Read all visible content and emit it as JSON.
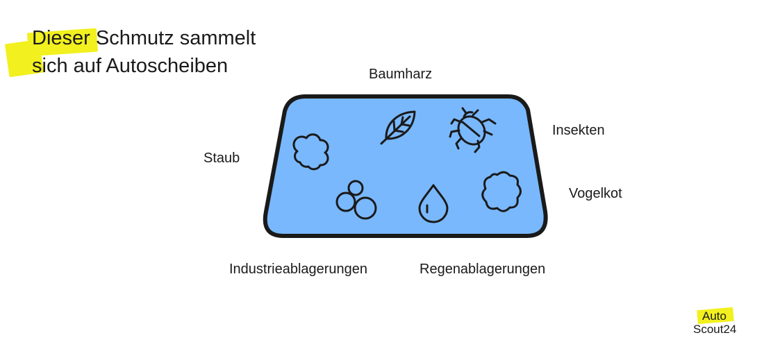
{
  "title": {
    "line1": "Dieser Schmutz sammelt",
    "line2": "sich auf Autoscheiben"
  },
  "labels": {
    "baumharz": "Baumharz",
    "insekten": "Insekten",
    "staub": "Staub",
    "vogelkot": "Vogelkot",
    "industrie": "Industrieablagerungen",
    "regen": "Regenablagerungen"
  },
  "logo": {
    "line1": "Auto",
    "line2": "Scout24"
  },
  "icons": {
    "dust": "dust-cloud-icon",
    "leaf": "leaf-icon",
    "insect": "beetle-icon",
    "particles": "particles-icon",
    "drop": "water-drop-icon",
    "bird": "bird-dropping-icon"
  },
  "colors": {
    "accent": "#f2f01e",
    "glass": "#79b8fd",
    "outline": "#1a1a1a"
  }
}
